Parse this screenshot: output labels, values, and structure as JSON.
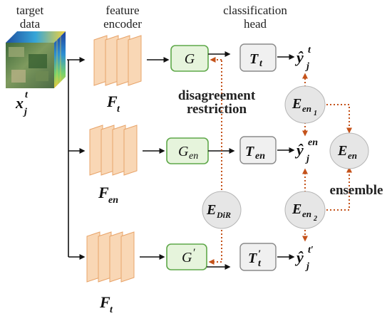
{
  "headers": {
    "target_line1": "target",
    "target_line2": "data",
    "feature_line1": "feature",
    "feature_line2": "encoder",
    "class_line1": "classification",
    "class_line2": "head"
  },
  "input": {
    "sub": "j",
    "sup": "t",
    "base": "x"
  },
  "encoders": {
    "top": {
      "base": "F",
      "sub": "t"
    },
    "mid": {
      "base": "F",
      "sub": "en"
    },
    "bottom": {
      "base": "F",
      "sub": "t"
    }
  },
  "generators": {
    "top": {
      "base": "G"
    },
    "mid": {
      "base": "G",
      "sub": "en"
    },
    "bottom": {
      "base": "G",
      "prime": "′"
    }
  },
  "heads": {
    "top": {
      "base": "T",
      "sub": "t"
    },
    "mid": {
      "base": "T",
      "sub": "en"
    },
    "bottom": {
      "base": "T",
      "sub": "t",
      "prime": "′"
    }
  },
  "outputs": {
    "top": {
      "base": "ŷ",
      "sub": "j",
      "sup": "t"
    },
    "mid": {
      "base": "ŷ",
      "sub": "j",
      "sup": "en"
    },
    "bottom": {
      "base": "ŷ",
      "sub": "j",
      "sup": "t′"
    }
  },
  "losses": {
    "en1": {
      "base": "E",
      "sub": "en",
      "subsub": "1"
    },
    "en2": {
      "base": "E",
      "sub": "en",
      "subsub": "2"
    },
    "en": {
      "base": "E",
      "sub": "en"
    },
    "dir": {
      "base": "E",
      "sub": "DiR"
    }
  },
  "annotations": {
    "disagreement_line1": "disagreement",
    "disagreement_line2": "restriction",
    "ensemble": "ensemble"
  },
  "colors": {
    "generator_fill": "#e6f4dc",
    "generator_stroke": "#5fa84a",
    "head_fill": "#f0f0f0",
    "loss_fill": "#e6e6e6",
    "encoder_fill": "#f9d7b5",
    "dotted_arrow": "#c4521a",
    "solid_arrow": "#111111"
  }
}
